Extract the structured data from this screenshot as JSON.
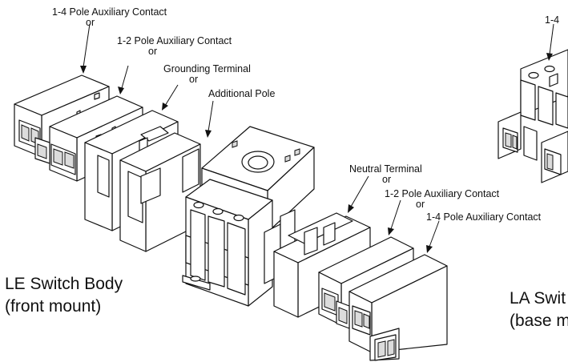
{
  "labels": {
    "aux14_top": "1-4 Pole Auxiliary Contact",
    "or1": "or",
    "aux12_top": "1-2 Pole Auxiliary Contact",
    "or2": "or",
    "grounding": "Grounding Terminal",
    "or3": "or",
    "additional": "Additional Pole",
    "neutral": "Neutral Terminal",
    "or4": "or",
    "aux12_right": "1-2 Pole Auxiliary Contact",
    "or5": "or",
    "aux14_right": "1-4 Pole Auxiliary Contact",
    "right_top_partial": "1-4"
  },
  "bodies": {
    "le_line1": "LE Switch Body",
    "le_line2": "(front mount)",
    "la_line1": "LA Swit",
    "la_line2": "(base m"
  }
}
